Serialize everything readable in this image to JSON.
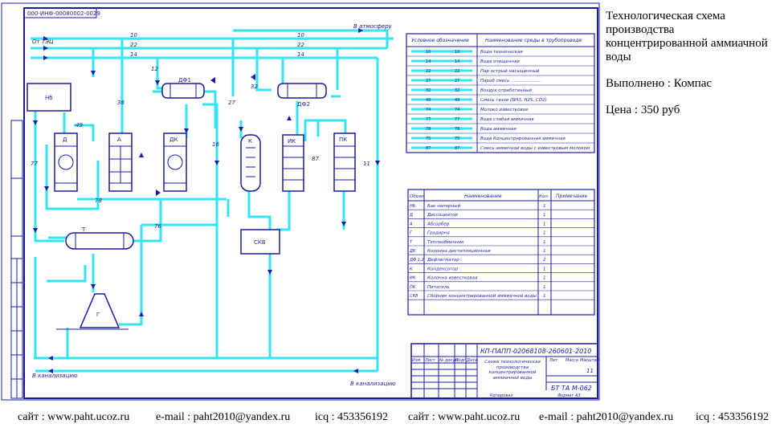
{
  "stamp_code": "000-ИНФ-00080002-0029",
  "streams": {
    "from_tec": "От ТЭЦ",
    "to_atmosphere": "В атмосферу",
    "to_sewer": "В канализацию",
    "line_10": "10",
    "line_22": "22",
    "line_14": "14",
    "line_38": "38",
    "line_12": "12",
    "line_32": "32",
    "line_16": "16",
    "line_27": "27",
    "line_49": "49",
    "line_78": "78",
    "line_77": "77",
    "line_76": "76",
    "line_87": "87",
    "line_11": "11"
  },
  "equipment": {
    "nb": "Нб",
    "d": "Д",
    "a": "А",
    "dk": "ДК",
    "k": "К",
    "ik": "ИК",
    "pk": "ПК",
    "df1": "ДФ1",
    "df2": "ДФ2",
    "t": "Т",
    "g": "Г",
    "skv": "СКВ"
  },
  "legend": {
    "col_symbol": "Условное обозначение",
    "col_name": "Наименование среды в трубопроводе",
    "rows": [
      {
        "code": "10",
        "name": "Вода техническая"
      },
      {
        "code": "14",
        "name": "Вода очищенная"
      },
      {
        "code": "22",
        "name": "Пар острый насыщенный"
      },
      {
        "code": "27",
        "name": "Пароб смесь ......................"
      },
      {
        "code": "32",
        "name": "Воздух отработанный"
      },
      {
        "code": "49",
        "name": "Смесь газов (NH3, H2S, CO2)"
      },
      {
        "code": "74",
        "name": "Молоко известковое"
      },
      {
        "code": "77",
        "name": "Вода слабая аммичная"
      },
      {
        "code": "78",
        "name": "Вода аммичная"
      },
      {
        "code": "75",
        "name": "Вода Концентрированная аммичная"
      },
      {
        "code": "87",
        "name": "Смесь аммичной воды с известковым молоком"
      }
    ]
  },
  "spec": {
    "col_pos": "Обозн.",
    "col_name": "Наименование",
    "col_qty": "Кол.",
    "col_note": "Примечание",
    "rows": [
      {
        "pos": "НБ",
        "name": "Бак напорный",
        "qty": "1"
      },
      {
        "pos": "Д",
        "name": "Диссоциатор",
        "qty": "1"
      },
      {
        "pos": "А",
        "name": "Абсорбер",
        "qty": "1"
      },
      {
        "pos": "Г",
        "name": "Градирня",
        "qty": "1"
      },
      {
        "pos": "Т",
        "name": "Теплообменник",
        "qty": "1"
      },
      {
        "pos": "ДК",
        "name": "Колонна дистилляционная",
        "qty": "1"
      },
      {
        "pos": "ДФ 1,2",
        "name": "Дефлегматор",
        "qty": "2"
      },
      {
        "pos": "К",
        "name": "Конденсатор",
        "qty": "1"
      },
      {
        "pos": "ИК",
        "name": "Колонна известковая",
        "qty": "1"
      },
      {
        "pos": "ПК",
        "name": "Питатель",
        "qty": "1"
      },
      {
        "pos": "СКВ",
        "name": "Сборник концентрированной аммиачной воды",
        "qty": "1"
      }
    ]
  },
  "title_block": {
    "doc_code": "КП-ПАПП-02068108-260601-2010",
    "title": "Схема технологическая производства концентрированной аммиачной воды",
    "sheet": "11",
    "group": "БТ ТА М-062",
    "cols": [
      "Изм.",
      "Лист",
      "№ докум.",
      "Подп.",
      "Дата"
    ],
    "lit": "Лит",
    "massa": "Масса",
    "masshtab": "Масштаб",
    "kopiroval": "Копировал",
    "format": "Формат А3"
  },
  "sidebar": {
    "title": "Технологическая схема производства концентрированной аммиачной воды",
    "done_by": "Выполнено : Компас",
    "price": "Цена : 350 руб"
  },
  "footer": {
    "site1": "сайт : www.paht.ucoz.ru",
    "email1": "e-mail : paht2010@yandex.ru",
    "icq1": "icq : 453356192",
    "site2": "сайт : www.paht.ucoz.ru",
    "email2": "e-mail : paht2010@yandex.ru",
    "icq2": "icq : 453356192"
  },
  "colors": {
    "pipe": "#33e5f2",
    "frame": "#1a1aa8",
    "background": "#ffffff"
  }
}
